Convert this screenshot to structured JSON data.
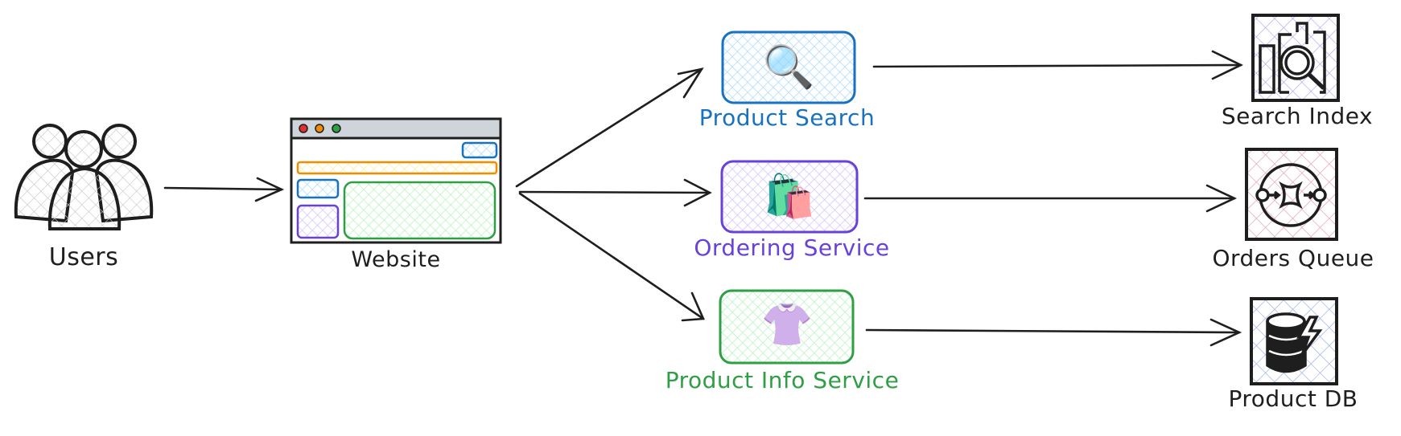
{
  "diagram": {
    "title": "",
    "nodes": [
      {
        "id": "users",
        "label": "Users",
        "icon": "users-icon",
        "color": "#1e1e1e"
      },
      {
        "id": "website",
        "label": "Website",
        "icon": "browser-window-icon",
        "color": "#1e1e1e"
      },
      {
        "id": "product_search",
        "label": "Product Search",
        "icon": "magnifying-glass-icon",
        "emoji": "🔍",
        "color": "#1971c2",
        "fill": "#a5d8ff"
      },
      {
        "id": "ordering_service",
        "label": "Ordering Service",
        "icon": "shopping-bags-icon",
        "emoji": "🛍️",
        "color": "#6741d9",
        "fill": "#d0bfff"
      },
      {
        "id": "product_info_service",
        "label": "Product Info Service",
        "icon": "blouse-icon",
        "emoji": "👚",
        "color": "#2f9e44",
        "fill": "#b2f2bb"
      },
      {
        "id": "search_index",
        "label": "Search Index",
        "icon": "search-index-icon",
        "color": "#1e1e1e",
        "fill": "#d0bfff"
      },
      {
        "id": "orders_queue",
        "label": "Orders Queue",
        "icon": "queue-icon",
        "color": "#1e1e1e",
        "fill": "#ffc9c9"
      },
      {
        "id": "product_db",
        "label": "Product DB",
        "icon": "database-icon",
        "color": "#1e1e1e",
        "fill": "#a5d8ff"
      }
    ],
    "edges": [
      {
        "from": "users",
        "to": "website"
      },
      {
        "from": "website",
        "to": "product_search"
      },
      {
        "from": "website",
        "to": "ordering_service"
      },
      {
        "from": "website",
        "to": "product_info_service"
      },
      {
        "from": "product_search",
        "to": "search_index"
      },
      {
        "from": "ordering_service",
        "to": "orders_queue"
      },
      {
        "from": "product_info_service",
        "to": "product_db"
      }
    ],
    "website_mockup": {
      "traffic_lights": [
        "#e03131",
        "#f08c00",
        "#2f9e44"
      ],
      "titlebar_color": "#ced4da",
      "block_colors": {
        "button": "#1971c2",
        "bar": "#f08c00",
        "side_top": "#1971c2",
        "side_bottom": "#6741d9",
        "content": "#2f9e44"
      }
    }
  }
}
